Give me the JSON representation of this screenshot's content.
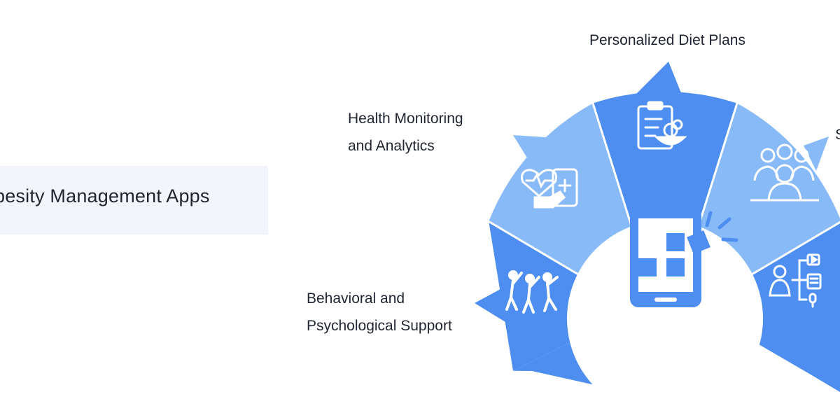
{
  "title": "besity Management Apps",
  "segments": {
    "diet": {
      "lines": [
        "Personalized Diet Plans"
      ],
      "icon": "diet-plan-icon",
      "color": "#4d8ef0"
    },
    "health": {
      "lines": [
        "Health Monitoring",
        "and Analytics"
      ],
      "icon": "health-monitoring-icon",
      "color": "#89baf8"
    },
    "behavioral": {
      "lines": [
        "Behavioral and",
        "Psychological Support"
      ],
      "icon": "group-exercise-icon",
      "color": "#4d8ef0"
    },
    "community": {
      "lines": [
        "S"
      ],
      "icon": "community-group-icon",
      "color": "#89baf8"
    },
    "content": {
      "icon": "educational-content-icon",
      "color": "#4d8ef0"
    }
  },
  "center": {
    "icon": "mobile-app-icon"
  },
  "colors": {
    "accent": "#4d8ef0",
    "light_accent": "#89baf8",
    "title_bg": "#f2f6fc"
  }
}
